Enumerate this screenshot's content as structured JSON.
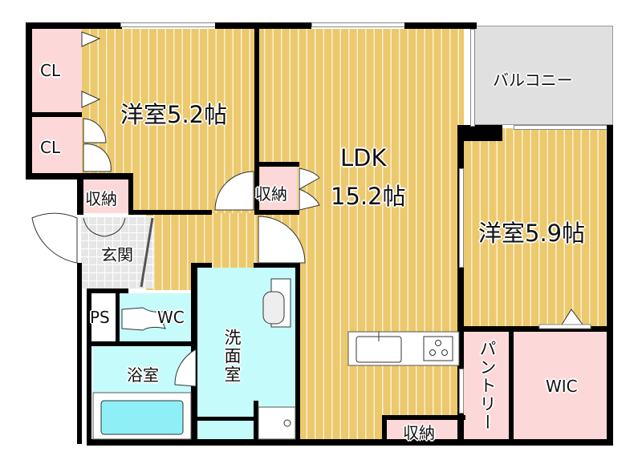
{
  "floorplan": {
    "rooms": {
      "western_room_1": {
        "label": "洋室5.2帖",
        "type": "洋室",
        "size_jo": 5.2
      },
      "closet_1": {
        "label": "CL"
      },
      "closet_2": {
        "label": "CL"
      },
      "storage_1": {
        "label": "収納"
      },
      "storage_2": {
        "label": "収納"
      },
      "storage_3": {
        "label": "収納"
      },
      "entrance": {
        "label": "玄関"
      },
      "ldk": {
        "label_line1": "LDK",
        "label_line2": "15.2帖",
        "size_jo": 15.2
      },
      "balcony": {
        "label": "バルコニー"
      },
      "western_room_2": {
        "label": "洋室5.9帖",
        "type": "洋室",
        "size_jo": 5.9
      },
      "pipe_space": {
        "label": "PS"
      },
      "toilet": {
        "label": "WC"
      },
      "bathroom": {
        "label": "浴室"
      },
      "washroom": {
        "label": "洗面室"
      },
      "pantry": {
        "label": "パントリー"
      },
      "walk_in_closet": {
        "label": "WIC"
      }
    },
    "colors": {
      "wood_floor": "#ecc96e",
      "storage": "#fcd9d8",
      "wet_area": "#c6fbfc",
      "balcony": "#e0e0e0",
      "wall": "#000000"
    }
  }
}
